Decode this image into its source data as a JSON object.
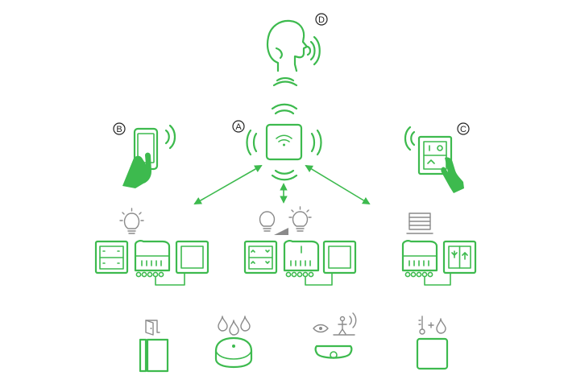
{
  "labels": {
    "hub": "A",
    "smartphone": "B",
    "wall_switch": "C",
    "voice": "D"
  },
  "colors": {
    "accent": "#3dba4e",
    "neutral": "#8a8a8a",
    "ink": "#222222"
  },
  "icons": [
    "voice-assistant-icon",
    "smartphone-icon",
    "hub-icon",
    "wireless-wall-switch-icon",
    "light-bulb-icon",
    "dimmer-bulb-icon",
    "blind-icon",
    "door-sensor-icon",
    "water-leak-sensor-icon",
    "motion-sensor-icon",
    "temperature-humidity-sensor-icon"
  ]
}
